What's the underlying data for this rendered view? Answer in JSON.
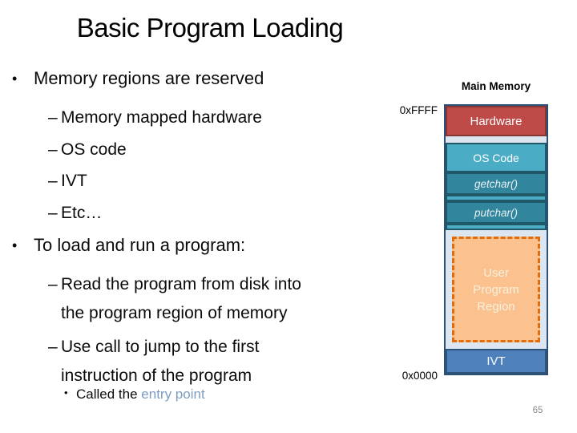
{
  "slide": {
    "title": "Basic Program Loading",
    "page_number": "65"
  },
  "content": {
    "bullet1": {
      "text": "Memory regions are reserved",
      "subs": [
        "Memory mapped hardware",
        "OS code",
        "IVT",
        "Etc…"
      ]
    },
    "bullet2": {
      "text": "To load and run a program:",
      "subs": [
        {
          "lines": [
            "Read the program from disk into",
            "the program region of memory"
          ]
        },
        {
          "lines": [
            "Use call to jump to the first",
            "instruction of the program"
          ]
        }
      ],
      "note": {
        "prefix": "Called the ",
        "highlight": "entry point"
      }
    }
  },
  "diagram": {
    "title": "Main Memory",
    "address_top": "0xFFFF",
    "address_bottom": "0x0000",
    "regions": {
      "hardware": {
        "label": "Hardware",
        "fill": "#BE4B48",
        "border": "#833634"
      },
      "os_code": {
        "label": "OS Code",
        "fill": "#4BACC6",
        "border": "#215868"
      },
      "getchar": {
        "label": "getchar()",
        "fill": "#31859C",
        "border": "#215868"
      },
      "putchar": {
        "label": "putchar()",
        "fill": "#31859C",
        "border": "#215868"
      },
      "user_program": {
        "label": "User Program Region",
        "fill": "#FBC28F",
        "border": "#E36C0A"
      },
      "ivt": {
        "label": "IVT",
        "fill": "#4E81BC",
        "border": "#2E5479"
      }
    },
    "colors": {
      "column_background": "#DCE6F1",
      "column_border": "#2B4F75",
      "strip_fill": "#4BACC6",
      "strip_border": "#215868"
    }
  },
  "accents": {
    "entry_point_color": "#7E9CC0",
    "page_number_color": "#8A8A8A"
  }
}
